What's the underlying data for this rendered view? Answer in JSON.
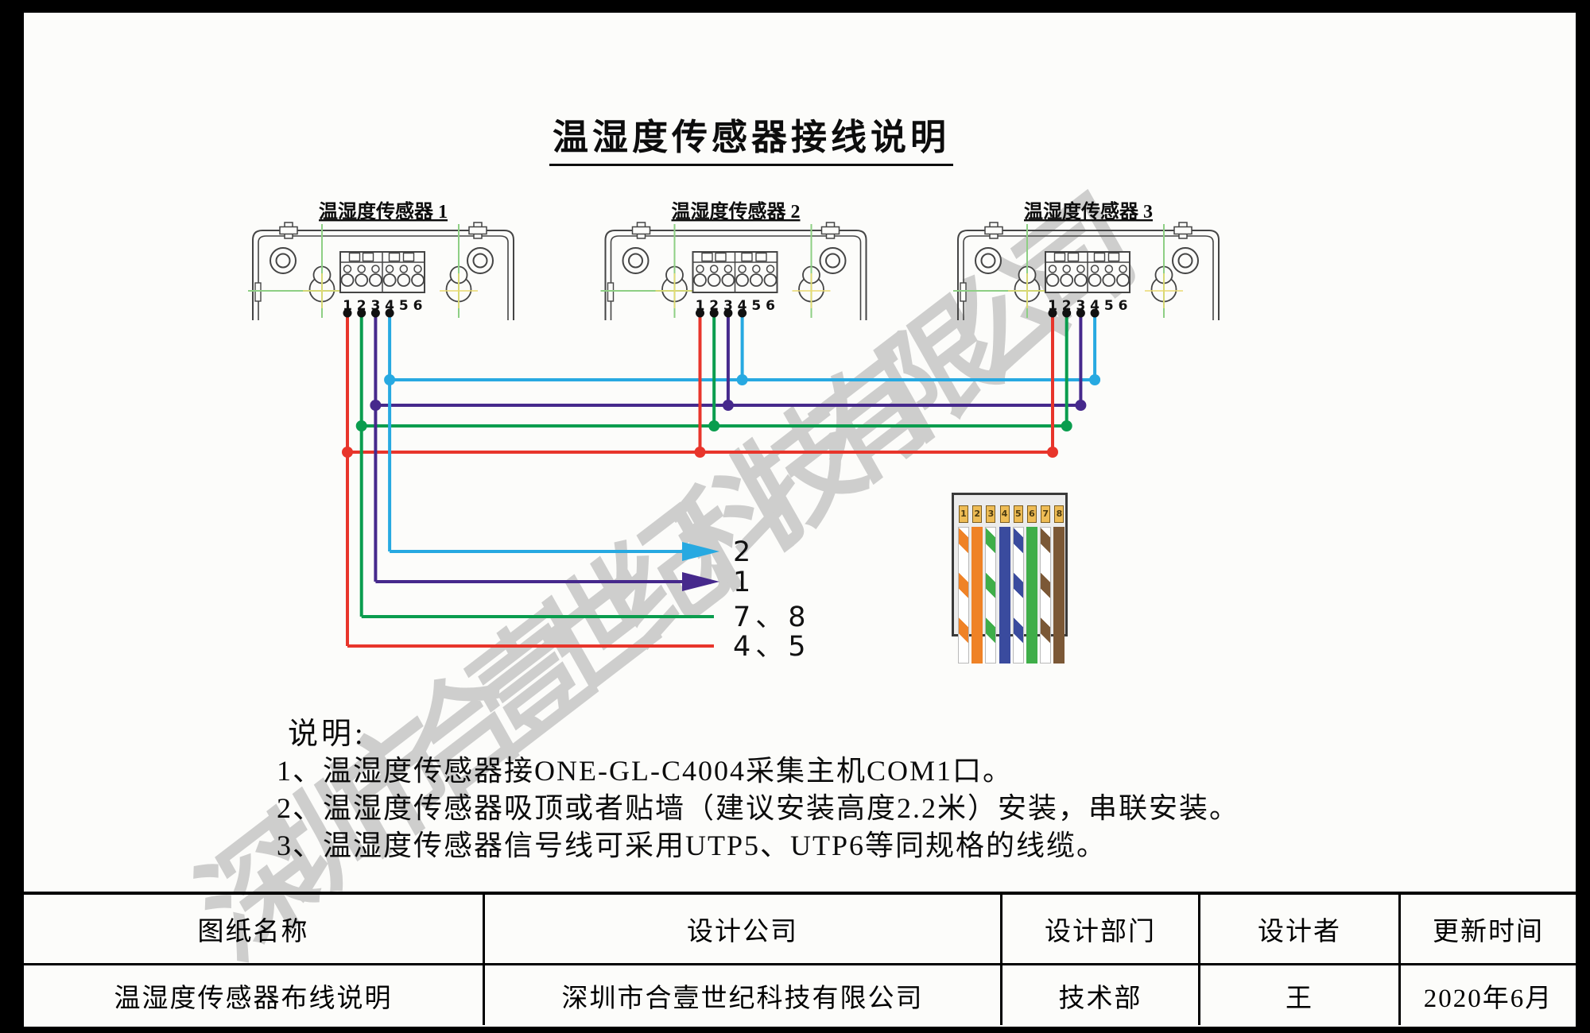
{
  "title": "温湿度传感器接线说明",
  "watermark": {
    "text": "深圳市合壹世纪科技有限公司"
  },
  "devices": [
    {
      "label": "温湿度传感器 1"
    },
    {
      "label": "温湿度传感器 2"
    },
    {
      "label": "温湿度传感器 3"
    }
  ],
  "terminal_numbers": [
    "1",
    "2",
    "3",
    "4",
    "5",
    "6"
  ],
  "wires": [
    {
      "terminal": "1",
      "color_name": "red",
      "color": "#e8352b",
      "dest_label": "4、5",
      "arrow": false
    },
    {
      "terminal": "2",
      "color_name": "green",
      "color": "#0a9d4e",
      "dest_label": "7、8",
      "arrow": false
    },
    {
      "terminal": "3",
      "color_name": "purple",
      "color": "#46298c",
      "dest_label": "1",
      "arrow": true
    },
    {
      "terminal": "4",
      "color_name": "cyan",
      "color": "#27a9e1",
      "dest_label": "2",
      "arrow": true
    }
  ],
  "rj45": {
    "tab_color": "#eebc55",
    "pins": [
      {
        "num": "1",
        "style": "striped",
        "color": "#ef8226"
      },
      {
        "num": "2",
        "style": "solid",
        "color": "#ef8226"
      },
      {
        "num": "3",
        "style": "striped",
        "color": "#3fae49"
      },
      {
        "num": "4",
        "style": "solid",
        "color": "#3a4b9e"
      },
      {
        "num": "5",
        "style": "striped",
        "color": "#3a4b9e"
      },
      {
        "num": "6",
        "style": "solid",
        "color": "#3fae49"
      },
      {
        "num": "7",
        "style": "striped",
        "color": "#7b5836"
      },
      {
        "num": "8",
        "style": "solid",
        "color": "#7b5836"
      }
    ]
  },
  "notes": {
    "heading": "说明:",
    "lines": [
      "1、温湿度传感器接ONE-GL-C4004采集主机COM1口。",
      "2、温湿度传感器吸顶或者贴墙（建议安装高度2.2米）安装，串联安装。",
      "3、温湿度传感器信号线可采用UTP5、UTP6等同规格的线缆。"
    ]
  },
  "table": {
    "headers": [
      "图纸名称",
      "设计公司",
      "设计部门",
      "设计者",
      "更新时间"
    ],
    "values": [
      "温湿度传感器布线说明",
      "深圳市合壹世纪科技有限公司",
      "技术部",
      "王",
      "2020年6月"
    ]
  },
  "guide_colors": {
    "green": "#8ecf84",
    "yellow": "#e9da70"
  },
  "outline_color": "#454545"
}
